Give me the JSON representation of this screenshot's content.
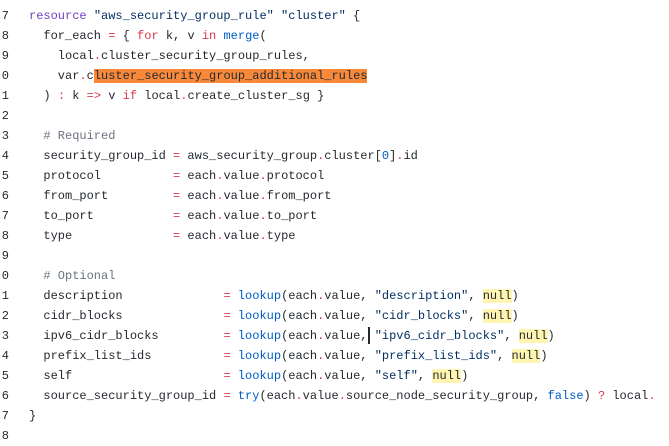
{
  "lines": [
    {
      "n": "7",
      "tokens": [
        [
          "kw",
          "resource"
        ],
        [
          "p",
          " "
        ],
        [
          "s",
          "\"aws_security_group_rule\""
        ],
        [
          "p",
          " "
        ],
        [
          "s",
          "\"cluster\""
        ],
        [
          "p",
          " {"
        ]
      ]
    },
    {
      "n": "8",
      "tokens": [
        [
          "p",
          "  for_each "
        ],
        [
          "op",
          "="
        ],
        [
          "p",
          " { "
        ],
        [
          "k",
          "for"
        ],
        [
          "p",
          " k, v "
        ],
        [
          "k",
          "in"
        ],
        [
          "p",
          " "
        ],
        [
          "fn",
          "merge"
        ],
        [
          "p",
          "("
        ]
      ]
    },
    {
      "n": "9",
      "tokens": [
        [
          "p",
          "    local"
        ],
        [
          "op",
          "."
        ],
        [
          "p",
          "cluster_security_group_rules,"
        ]
      ]
    },
    {
      "n": "0",
      "tokens": [
        [
          "p",
          "    var"
        ],
        [
          "op",
          "."
        ],
        [
          "p",
          "c"
        ],
        [
          "hl-orange",
          "luster_security_group_additional_rules"
        ]
      ]
    },
    {
      "n": "1",
      "tokens": [
        [
          "p",
          "  ) "
        ],
        [
          "op",
          ":"
        ],
        [
          "p",
          " k "
        ],
        [
          "op",
          "=>"
        ],
        [
          "p",
          " v "
        ],
        [
          "k",
          "if"
        ],
        [
          "p",
          " local"
        ],
        [
          "op",
          "."
        ],
        [
          "p",
          "create_cluster_sg }"
        ]
      ]
    },
    {
      "n": "2",
      "tokens": []
    },
    {
      "n": "3",
      "tokens": [
        [
          "c",
          "  # Required"
        ]
      ]
    },
    {
      "n": "4",
      "tokens": [
        [
          "p",
          "  security_group_id "
        ],
        [
          "op",
          "="
        ],
        [
          "p",
          " aws_security_group"
        ],
        [
          "op",
          "."
        ],
        [
          "p",
          "cluster["
        ],
        [
          "num",
          "0"
        ],
        [
          "p",
          "]"
        ],
        [
          "op",
          "."
        ],
        [
          "p",
          "id"
        ]
      ]
    },
    {
      "n": "5",
      "tokens": [
        [
          "p",
          "  protocol          "
        ],
        [
          "op",
          "="
        ],
        [
          "p",
          " each"
        ],
        [
          "op",
          "."
        ],
        [
          "p",
          "value"
        ],
        [
          "op",
          "."
        ],
        [
          "p",
          "protocol"
        ]
      ]
    },
    {
      "n": "6",
      "tokens": [
        [
          "p",
          "  from_port         "
        ],
        [
          "op",
          "="
        ],
        [
          "p",
          " each"
        ],
        [
          "op",
          "."
        ],
        [
          "p",
          "value"
        ],
        [
          "op",
          "."
        ],
        [
          "p",
          "from_port"
        ]
      ]
    },
    {
      "n": "7",
      "tokens": [
        [
          "p",
          "  to_port           "
        ],
        [
          "op",
          "="
        ],
        [
          "p",
          " each"
        ],
        [
          "op",
          "."
        ],
        [
          "p",
          "value"
        ],
        [
          "op",
          "."
        ],
        [
          "p",
          "to_port"
        ]
      ]
    },
    {
      "n": "8",
      "tokens": [
        [
          "p",
          "  type              "
        ],
        [
          "op",
          "="
        ],
        [
          "p",
          " each"
        ],
        [
          "op",
          "."
        ],
        [
          "p",
          "value"
        ],
        [
          "op",
          "."
        ],
        [
          "p",
          "type"
        ]
      ]
    },
    {
      "n": "9",
      "tokens": []
    },
    {
      "n": "0",
      "tokens": [
        [
          "c",
          "  # Optional"
        ]
      ]
    },
    {
      "n": "1",
      "tokens": [
        [
          "p",
          "  description              "
        ],
        [
          "op",
          "="
        ],
        [
          "p",
          " "
        ],
        [
          "fn",
          "lookup"
        ],
        [
          "p",
          "(each"
        ],
        [
          "op",
          "."
        ],
        [
          "p",
          "value, "
        ],
        [
          "s",
          "\"description\""
        ],
        [
          "p",
          ", "
        ],
        [
          "hl-yellow",
          "null"
        ],
        [
          "p",
          ")"
        ]
      ]
    },
    {
      "n": "2",
      "tokens": [
        [
          "p",
          "  cidr_blocks              "
        ],
        [
          "op",
          "="
        ],
        [
          "p",
          " "
        ],
        [
          "fn",
          "lookup"
        ],
        [
          "p",
          "(each"
        ],
        [
          "op",
          "."
        ],
        [
          "p",
          "value, "
        ],
        [
          "s",
          "\"cidr_blocks\""
        ],
        [
          "p",
          ", "
        ],
        [
          "hl-yellow",
          "null"
        ],
        [
          "p",
          ")"
        ]
      ]
    },
    {
      "n": "3",
      "tokens": [
        [
          "p",
          "  ipv6_cidr_blocks         "
        ],
        [
          "op",
          "="
        ],
        [
          "p",
          " "
        ],
        [
          "fn",
          "lookup"
        ],
        [
          "p",
          "(each"
        ],
        [
          "op",
          "."
        ],
        [
          "p",
          "value,"
        ],
        [
          "cursor",
          ""
        ],
        [
          "p",
          " "
        ],
        [
          "s",
          "\"ipv6_cidr_blocks\""
        ],
        [
          "p",
          ", "
        ],
        [
          "hl-yellow",
          "null"
        ],
        [
          "p",
          ")"
        ]
      ]
    },
    {
      "n": "4",
      "tokens": [
        [
          "p",
          "  prefix_list_ids          "
        ],
        [
          "op",
          "="
        ],
        [
          "p",
          " "
        ],
        [
          "fn",
          "lookup"
        ],
        [
          "p",
          "(each"
        ],
        [
          "op",
          "."
        ],
        [
          "p",
          "value, "
        ],
        [
          "s",
          "\"prefix_list_ids\""
        ],
        [
          "p",
          ", "
        ],
        [
          "hl-yellow",
          "null"
        ],
        [
          "p",
          ")"
        ]
      ]
    },
    {
      "n": "5",
      "tokens": [
        [
          "p",
          "  self                     "
        ],
        [
          "op",
          "="
        ],
        [
          "p",
          " "
        ],
        [
          "fn",
          "lookup"
        ],
        [
          "p",
          "(each"
        ],
        [
          "op",
          "."
        ],
        [
          "p",
          "value, "
        ],
        [
          "s",
          "\"self\""
        ],
        [
          "p",
          ", "
        ],
        [
          "hl-yellow",
          "null"
        ],
        [
          "p",
          ")"
        ]
      ]
    },
    {
      "n": "6",
      "tokens": [
        [
          "p",
          "  source_security_group_id "
        ],
        [
          "op",
          "="
        ],
        [
          "p",
          " "
        ],
        [
          "fn",
          "try"
        ],
        [
          "p",
          "(each"
        ],
        [
          "op",
          "."
        ],
        [
          "p",
          "value"
        ],
        [
          "op",
          "."
        ],
        [
          "p",
          "source_node_security_group, "
        ],
        [
          "fn",
          "false"
        ],
        [
          "p",
          ") "
        ],
        [
          "op",
          "?"
        ],
        [
          "p",
          " local"
        ],
        [
          "op",
          "."
        ]
      ]
    },
    {
      "n": "7",
      "tokens": [
        [
          "p",
          "}"
        ]
      ]
    },
    {
      "n": "8",
      "tokens": []
    }
  ]
}
